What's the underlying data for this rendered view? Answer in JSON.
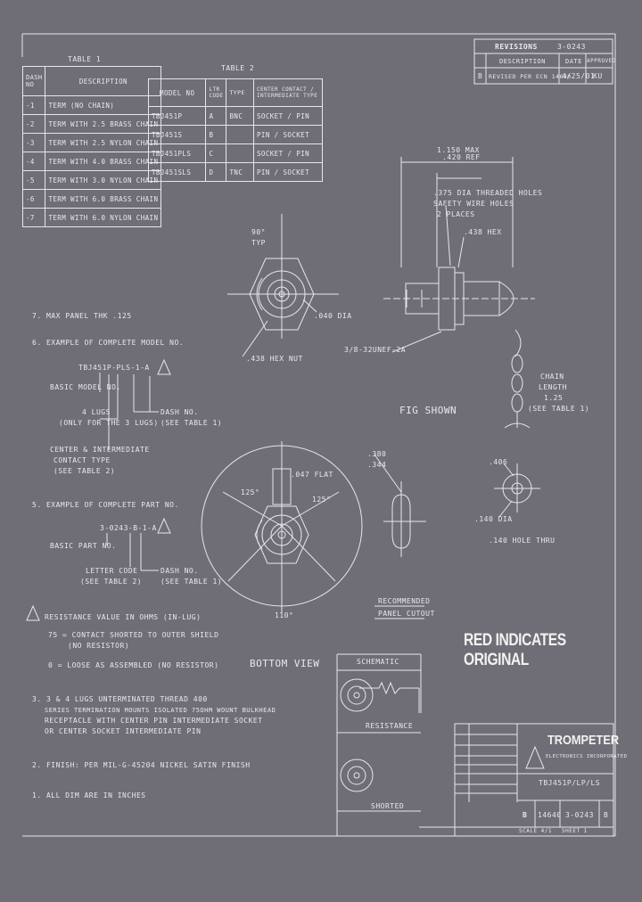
{
  "revisions": {
    "title": "REVISIONS",
    "drawing_no": "3-0243",
    "col_desc": "DESCRIPTION",
    "col_date": "DATE",
    "col_approved": "APPROVED",
    "rev_letter": "B",
    "rev_desc": "REVISED PER ECN 14640",
    "rev_date": "4/25/01",
    "rev_appr": "KU"
  },
  "table1": {
    "title": "TABLE 1",
    "headers": [
      "DASH NO",
      "DESCRIPTION"
    ],
    "rows": [
      [
        "-1",
        "TERM (NO CHAIN)"
      ],
      [
        "-2",
        "TERM WITH 2.5 BRASS CHAIN"
      ],
      [
        "-3",
        "TERM WITH 2.5 NYLON CHAIN"
      ],
      [
        "-4",
        "TERM WITH 4.0 BRASS CHAIN"
      ],
      [
        "-5",
        "TERM WITH 3.0 NYLON CHAIN"
      ],
      [
        "-6",
        "TERM WITH 6.0 BRASS CHAIN"
      ],
      [
        "-7",
        "TERM WITH 6.0 NYLON CHAIN"
      ]
    ]
  },
  "table2": {
    "title": "TABLE 2",
    "headers": [
      "MODEL NO",
      "LTR CODE",
      "TYPE",
      "CENTER CONTACT / INTERMEDIATE TYPE"
    ],
    "rows": [
      [
        "TBJ451P",
        "A",
        "BNC",
        "SOCKET / PIN"
      ],
      [
        "TBJ451S",
        "B",
        "",
        "PIN / SOCKET"
      ],
      [
        "TBJ451PLS",
        "C",
        "",
        "SOCKET / PIN"
      ],
      [
        "TBJ451SLS",
        "D",
        "TNC",
        "PIN / SOCKET"
      ]
    ]
  },
  "notes": {
    "n7": "7.  MAX PANEL THK .125",
    "n6_title": "6.  EXAMPLE OF COMPLETE MODEL NO.",
    "n6_example": "TBJ451P-PLS-1-A",
    "n6_basic": "BASIC MODEL NO.",
    "n6_lugs": "4 LUGS",
    "n6_lugs2": "(ONLY FOR THE 3 LUGS)",
    "n6_dash": "DASH NO.",
    "n6_dash2": "(SEE TABLE 1)",
    "n6_center": "CENTER & INTERMEDIATE",
    "n6_center2": "CONTACT TYPE",
    "n6_center3": "(SEE TABLE 2)",
    "n5_title": "5.  EXAMPLE OF COMPLETE PART NO.",
    "n5_example": "3-0243-B-1-A",
    "n5_basic": "BASIC PART NO.",
    "n5_letter": "LETTER CODE",
    "n5_letter2": "(SEE TABLE 2)",
    "n5_dash": "DASH NO.",
    "n5_dash2": "(SEE TABLE 1)",
    "n4_title": "RESISTANCE VALUE IN OHMS (IN-LUG)",
    "n4_line1": "75 = CONTACT SHORTED TO OUTER SHIELD",
    "n4_line2": "(NO RESISTOR)",
    "n4_line3": "0 = LOOSE AS ASSEMBLED (NO RESISTOR)",
    "n3_line1": "3.  3 & 4 LUGS UNTERMINATED THREAD 400",
    "n3_line2": "SERIES TERMINATION MOUNTS ISOLATED 75OHM WOUNT BULKHEAD",
    "n3_line3": "RECEPTACLE WITH CENTER PIN INTERMEDIATE SOCKET",
    "n3_line4": "OR CENTER SOCKET INTERMEDIATE PIN",
    "n2": "2.  FINISH: PER MIL-G-45204 NICKEL SATIN FINISH",
    "n1": "1.  ALL DIM ARE IN INCHES"
  },
  "views": {
    "angle_90": "90°",
    "typ": "TYP",
    "flat": ".040 DIA",
    "hex_nut": ".438 HEX NUT",
    "max_len": "1.150 MAX",
    "dim_b": ".420 REF",
    "dia_dim": ".375 DIA THREADED HOLES",
    "dia_dim2": "SAFETY WIRE HOLES",
    "dia_dim3": "2 PLACES",
    "hex": ".438 HEX",
    "thread": "3/8-32UNEF-2A",
    "chain": "CHAIN",
    "chain2": "LENGTH",
    "chain3": "1.25",
    "chain4": "(SEE TABLE 1)",
    "view_a": "FIG SHOWN",
    "dim_a": ".406",
    "dim_c": ".140 DIA",
    "dim_c2": ".140 HOLE THRU",
    "rec_dim": ".380",
    "rec_dim2": ".344",
    "rec_label": "RECOMMENDED",
    "rec_label2": "PANEL CUTOUT",
    "angle_125a": "125°",
    "angle_125b": "125°",
    "angle_110": "110°",
    "flat2": ".047 FLAT",
    "view_b": "BOTTOM VIEW",
    "red_notice": "RED INDICATES ORIGINAL",
    "schematic": "SCHEMATIC",
    "resistance": "RESISTANCE",
    "shorted": "SHORTED"
  },
  "title_block": {
    "brand": "TROMPETER",
    "brand_sub": "ELECTRONICS INCORPORATED",
    "model": "TBJ451P/LP/LS",
    "size": "B",
    "cage": "14640",
    "drawing_no": "3-0243",
    "rev": "B",
    "scale": "SCALE 4/1",
    "sheet": "SHEET 1"
  }
}
